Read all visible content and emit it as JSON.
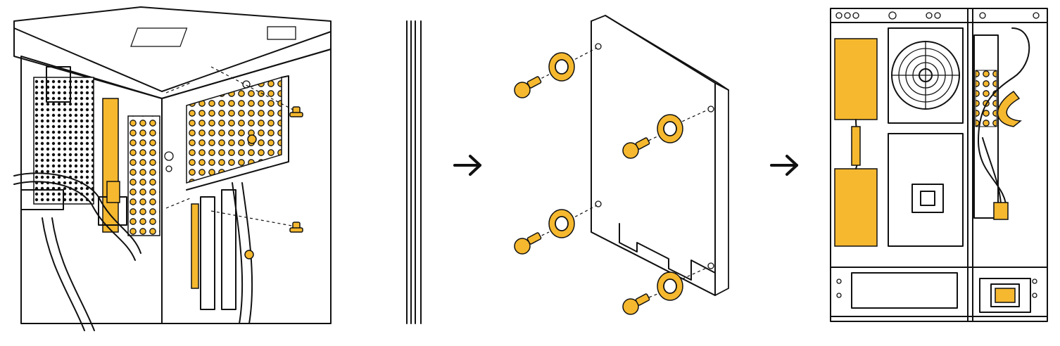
{
  "colors": {
    "accent": "#F5B82E",
    "line": "#111111",
    "background": "#ffffff"
  },
  "steps": [
    {
      "name": "chassis-drive-bay-screws"
    },
    {
      "name": "drive-rubber-grommets-and-screws"
    },
    {
      "name": "assembled-chassis-front-view"
    }
  ],
  "icons": {
    "step_arrow": "right-arrow-icon"
  }
}
